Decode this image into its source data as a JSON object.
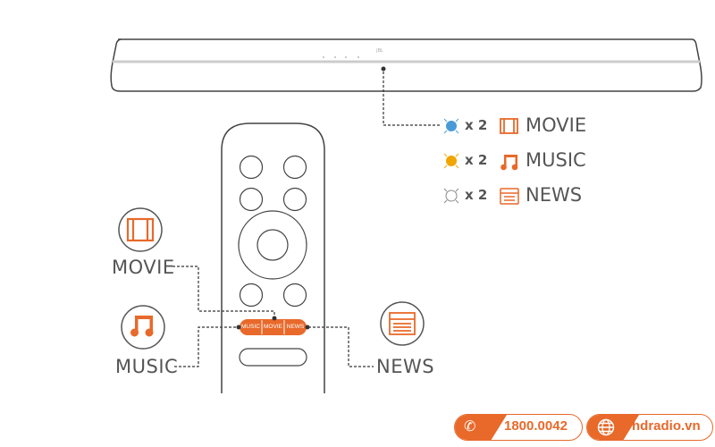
{
  "soundbar": {
    "logo": "JBL"
  },
  "indicators": [
    {
      "color": "#4a9ad8",
      "count": "x 2",
      "mode": "MOVIE"
    },
    {
      "color": "#f0a500",
      "count": "x 2",
      "mode": "MUSIC"
    },
    {
      "color": "#ffffff",
      "count": "x 2",
      "mode": "NEWS"
    }
  ],
  "remote": {
    "buttons": [
      "MUSIC",
      "MOVIE",
      "NEWS"
    ]
  },
  "callouts": {
    "movie": "MOVIE",
    "music": "MUSIC",
    "news": "NEWS"
  },
  "contact": {
    "phone": "1800.0042",
    "website": "hdradio.vn"
  },
  "colors": {
    "accent": "#e8692a",
    "outline": "#555555"
  }
}
